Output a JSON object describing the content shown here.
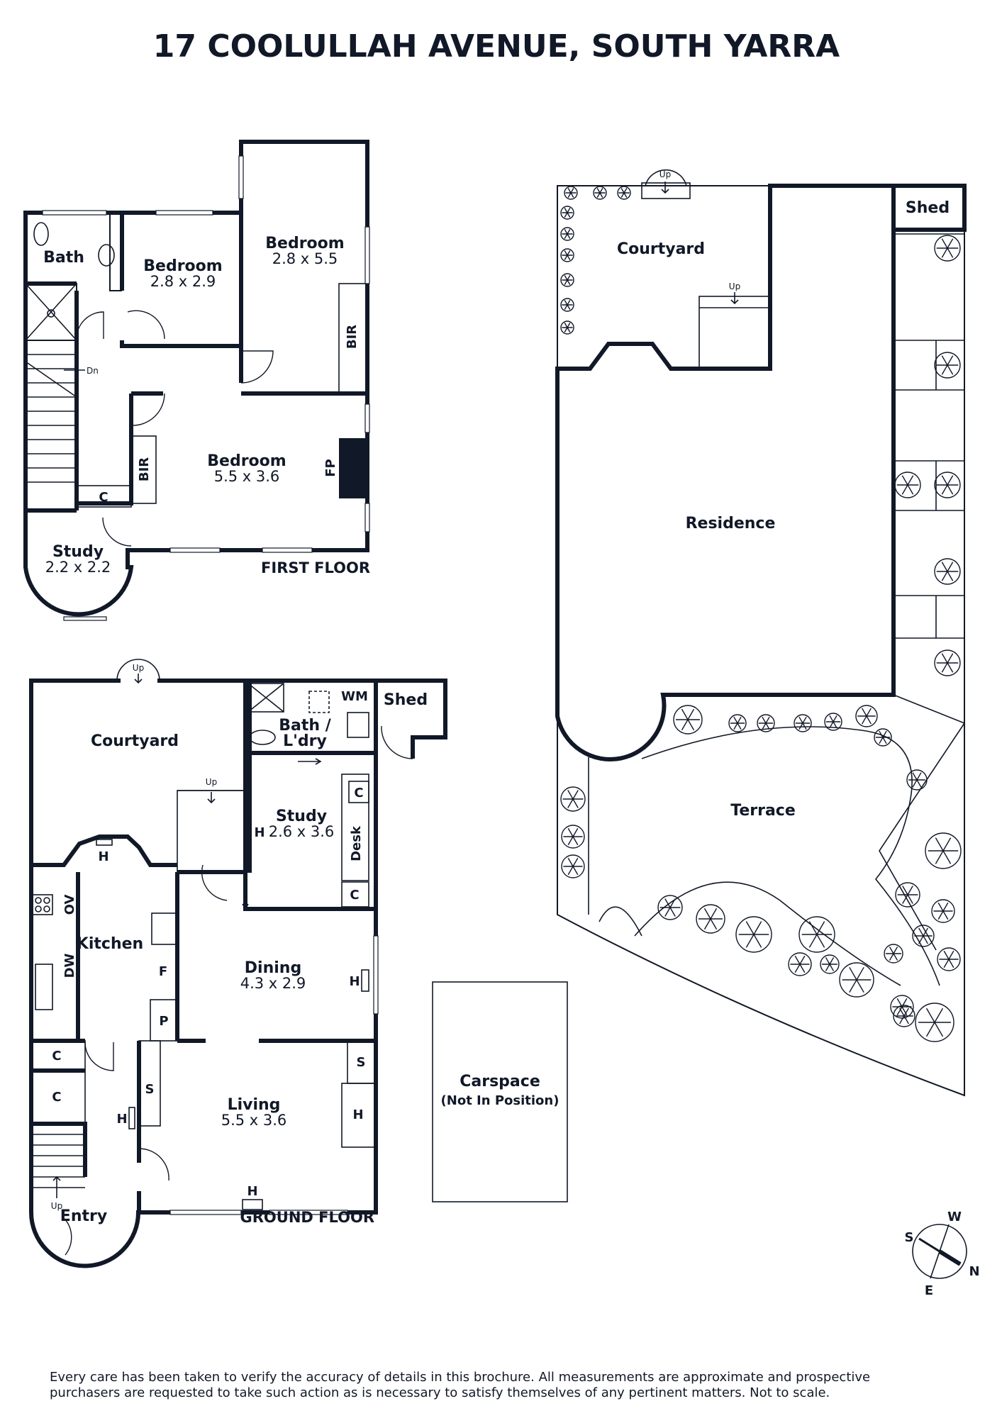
{
  "title": "17 COOLULLAH AVENUE, SOUTH YARRA",
  "first_floor": {
    "label": "FIRST FLOOR",
    "rooms": {
      "bath": "Bath",
      "bedroom1": "Bedroom",
      "bedroom1_dim": "2.8 x 2.9",
      "bedroom2": "Bedroom",
      "bedroom2_dim": "2.8 x 5.5",
      "bedroom3": "Bedroom",
      "bedroom3_dim": "5.5 x 3.6",
      "study": "Study",
      "study_dim": "2.2 x 2.2"
    },
    "fixtures": {
      "bir_top": "BIR",
      "bir_left": "BIR",
      "fp": "FP",
      "cupboard": "C",
      "stairs_dn": "Dn"
    }
  },
  "ground_floor": {
    "label": "GROUND FLOOR",
    "rooms": {
      "courtyard": "Courtyard",
      "bath_ldry": "Bath /",
      "bath_ldry2": "L'dry",
      "shed": "Shed",
      "study": "Study",
      "study_dim": "2.6 x 3.6",
      "kitchen": "Kitchen",
      "dining": "Dining",
      "dining_dim": "4.3 x 2.9",
      "living": "Living",
      "living_dim": "5.5 x 3.6",
      "entry": "Entry"
    },
    "fixtures": {
      "wm": "WM",
      "desk": "Desk",
      "c1": "C",
      "c2": "C",
      "c3": "C",
      "c4": "C",
      "h1": "H",
      "h2": "H",
      "h3": "H",
      "h4": "H",
      "h5": "H",
      "h6": "H",
      "ov": "OV",
      "dw": "DW",
      "f": "F",
      "p": "P",
      "s1": "S",
      "s2": "S",
      "up1": "Up",
      "up2": "Up",
      "up3": "Up"
    }
  },
  "site": {
    "courtyard": "Courtyard",
    "shed": "Shed",
    "residence": "Residence",
    "terrace": "Terrace",
    "carspace": "Carspace",
    "carspace_note": "(Not In Position)",
    "up1": "Up",
    "up2": "Up"
  },
  "compass": {
    "n": "N",
    "s": "S",
    "e": "E",
    "w": "W"
  },
  "disclaimer": {
    "line1": "Every care has been taken to verify the accuracy of details in this brochure. All measurements are approximate and prospective",
    "line2": "purchasers are requested to take such action as is necessary to satisfy themselves of any pertinent matters. Not to scale."
  },
  "colors": {
    "ink": "#111827",
    "background": "#ffffff"
  }
}
